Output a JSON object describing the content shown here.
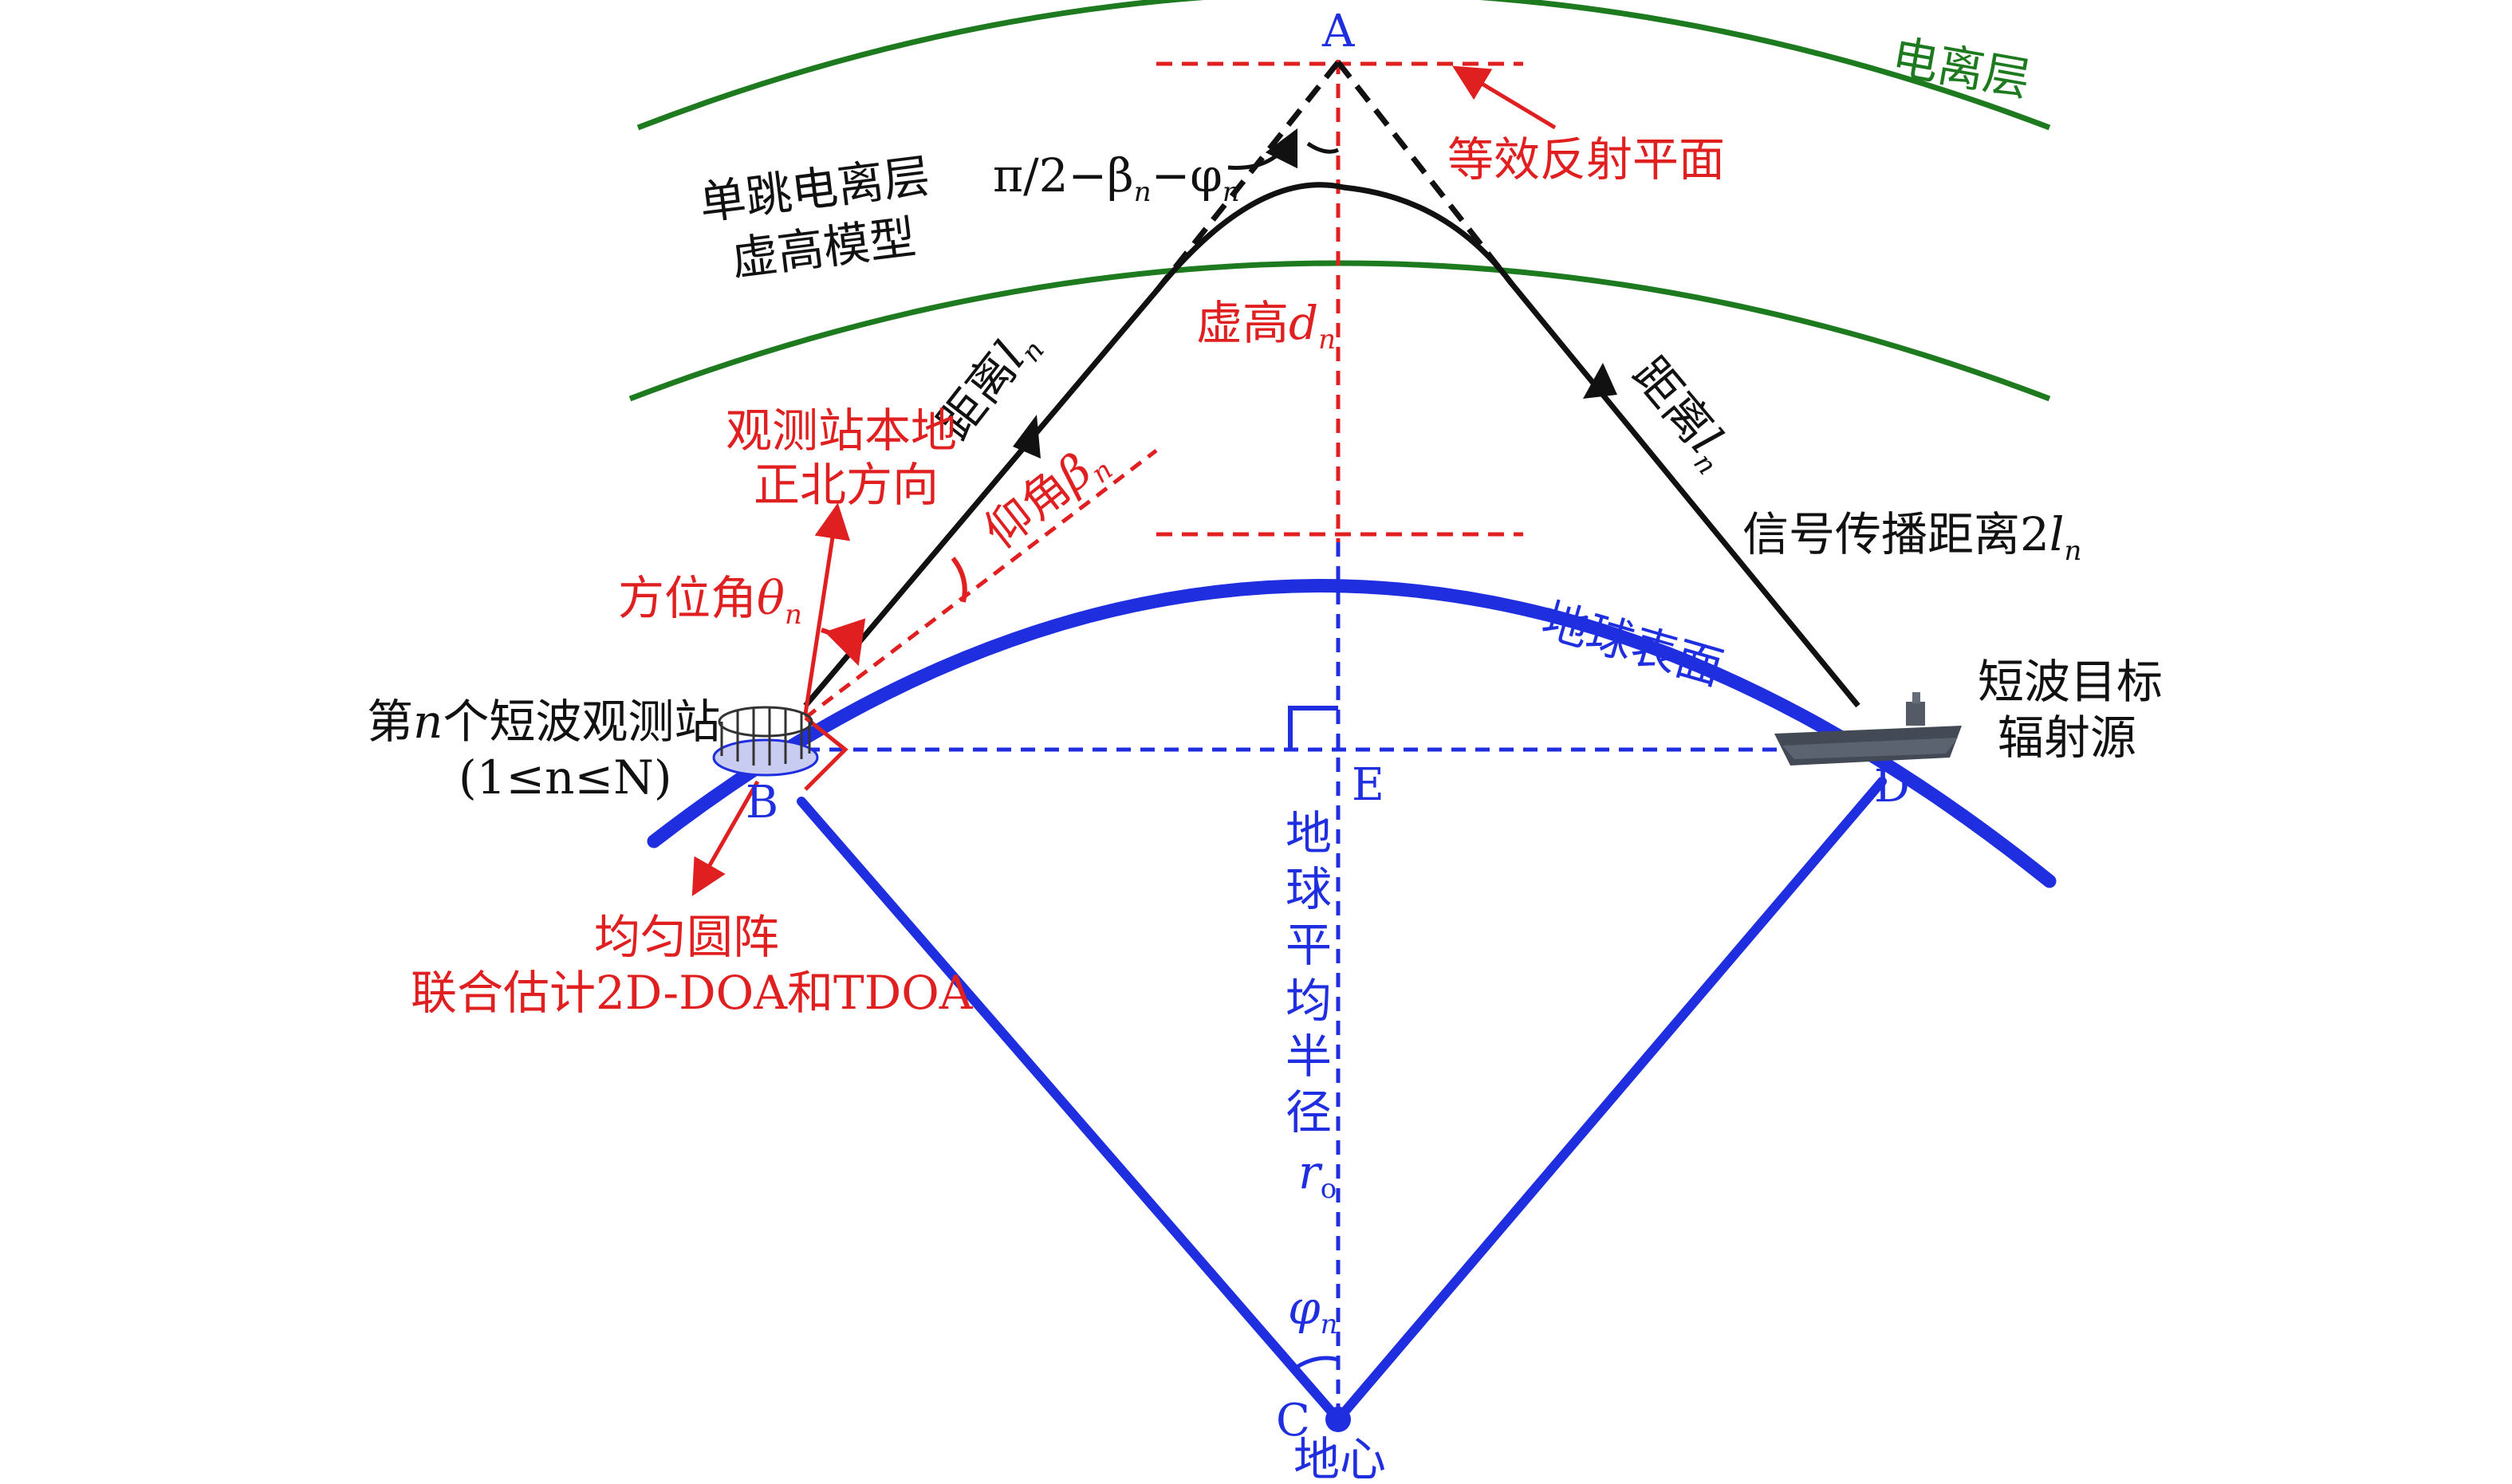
{
  "points": {
    "A": "A",
    "B": "B",
    "C": "C",
    "D": "D",
    "E": "E"
  },
  "labels": {
    "ionosphere": "电离层",
    "single_hop_model_line1": "单跳电离层",
    "single_hop_model_line2": "虚高模型",
    "angle_at_A": "π/2−β",
    "angle_at_A_sub1": "n",
    "angle_at_A_mid": "−φ",
    "angle_at_A_sub2": "n",
    "equiv_reflection_plane": "等效反射平面",
    "virtual_height": "虚高",
    "virtual_height_symbol": "d",
    "virtual_height_sub": "n",
    "distance_left": "距离",
    "distance_left_symbol": "l",
    "distance_left_sub": "n",
    "distance_right": "距离",
    "distance_right_symbol": "l",
    "distance_right_sub": "n",
    "station_north_line1": "观测站本地",
    "station_north_line2": "正北方向",
    "elevation_angle": "仰角",
    "elevation_symbol": "β",
    "elevation_sub": "n",
    "signal_path": "信号传播距离2",
    "signal_path_symbol": "l",
    "signal_path_sub": "n",
    "azimuth_angle": "方位角",
    "azimuth_symbol": "θ",
    "azimuth_sub": "n",
    "earth_surface": "地球表面",
    "station_line1_a": "第",
    "station_line1_n": "n",
    "station_line1_b": "个短波观测站",
    "station_line2": "(1≤n≤N)",
    "target_line1": "短波目标",
    "target_line2": "辐射源",
    "uca_line1": "均匀圆阵",
    "uca_line2": "联合估计2D-DOA和TDOA",
    "earth_radius_chars": [
      "地",
      "球",
      "平",
      "均",
      "半",
      "径"
    ],
    "earth_radius_symbol": "r",
    "earth_radius_sub": "o",
    "center_angle_symbol": "φ",
    "center_angle_sub": "n",
    "earth_center": "地心"
  },
  "colors": {
    "ionosphere": "#1e7a1e",
    "earth": "#1f2fe0",
    "annotation": "#e02020",
    "path": "#111111"
  }
}
